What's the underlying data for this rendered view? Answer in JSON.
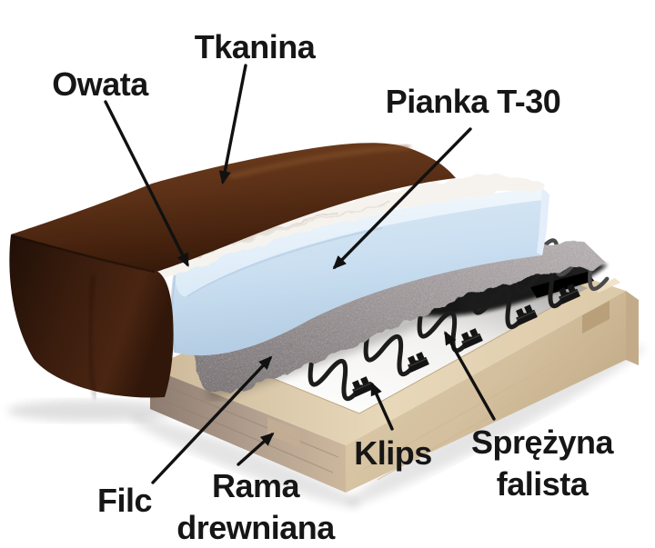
{
  "page": {
    "background": "#ffffff"
  },
  "labels": {
    "tkanina": {
      "text": "Tkanina"
    },
    "owata": {
      "text": "Owata"
    },
    "pianka": {
      "text": "Pianka T-30"
    },
    "filc": {
      "text": "Filc"
    },
    "rama": {
      "line1": "Rama",
      "line2": "drewniana"
    },
    "klips": {
      "text": "Klips"
    },
    "sprezyna": {
      "line1": "Sprężyna",
      "line2": "falista"
    }
  },
  "annotation": {
    "text_color": "#161616",
    "arrow_color": "#111111"
  },
  "materials": {
    "leather_dark": "#30180b",
    "leather_mid": "#5c3117",
    "leather_highlight": "#87552f",
    "wadding_white": "#f6f3ee",
    "foam_blue": "#cfe2f2",
    "foam_top": "#e9f2fa",
    "felt_gray": "#938b8d",
    "wood_light": "#ddcaa9",
    "wood_shaded": "#a59385",
    "spring_black": "#1c1c1c"
  }
}
